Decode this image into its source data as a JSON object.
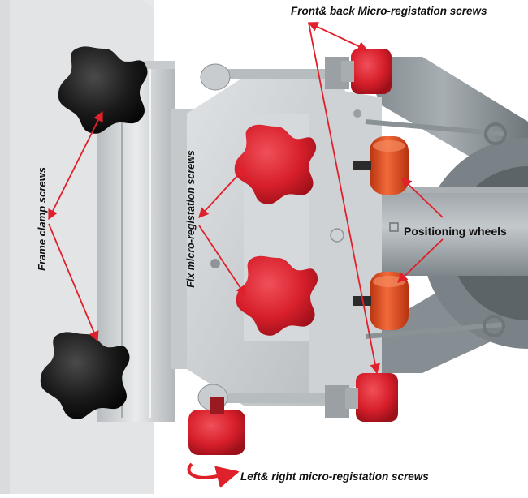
{
  "labels": {
    "front_back": "Front& back Micro-registation screws",
    "positioning": "Positioning wheels",
    "left_right": "Left& right micro-registation screws",
    "frame_clamp": "Frame clamp screws",
    "fix_micro": "Fix micro-registation screws"
  },
  "colors": {
    "knob_red": "#d71f2b",
    "knob_black": "#141414",
    "wheel_orange": "#e8501f",
    "arrow_red": "#e0202a",
    "aluminium": "#d3d6d8",
    "steel_grey": "#8f979c",
    "platen_grey": "#e3e5e6"
  }
}
